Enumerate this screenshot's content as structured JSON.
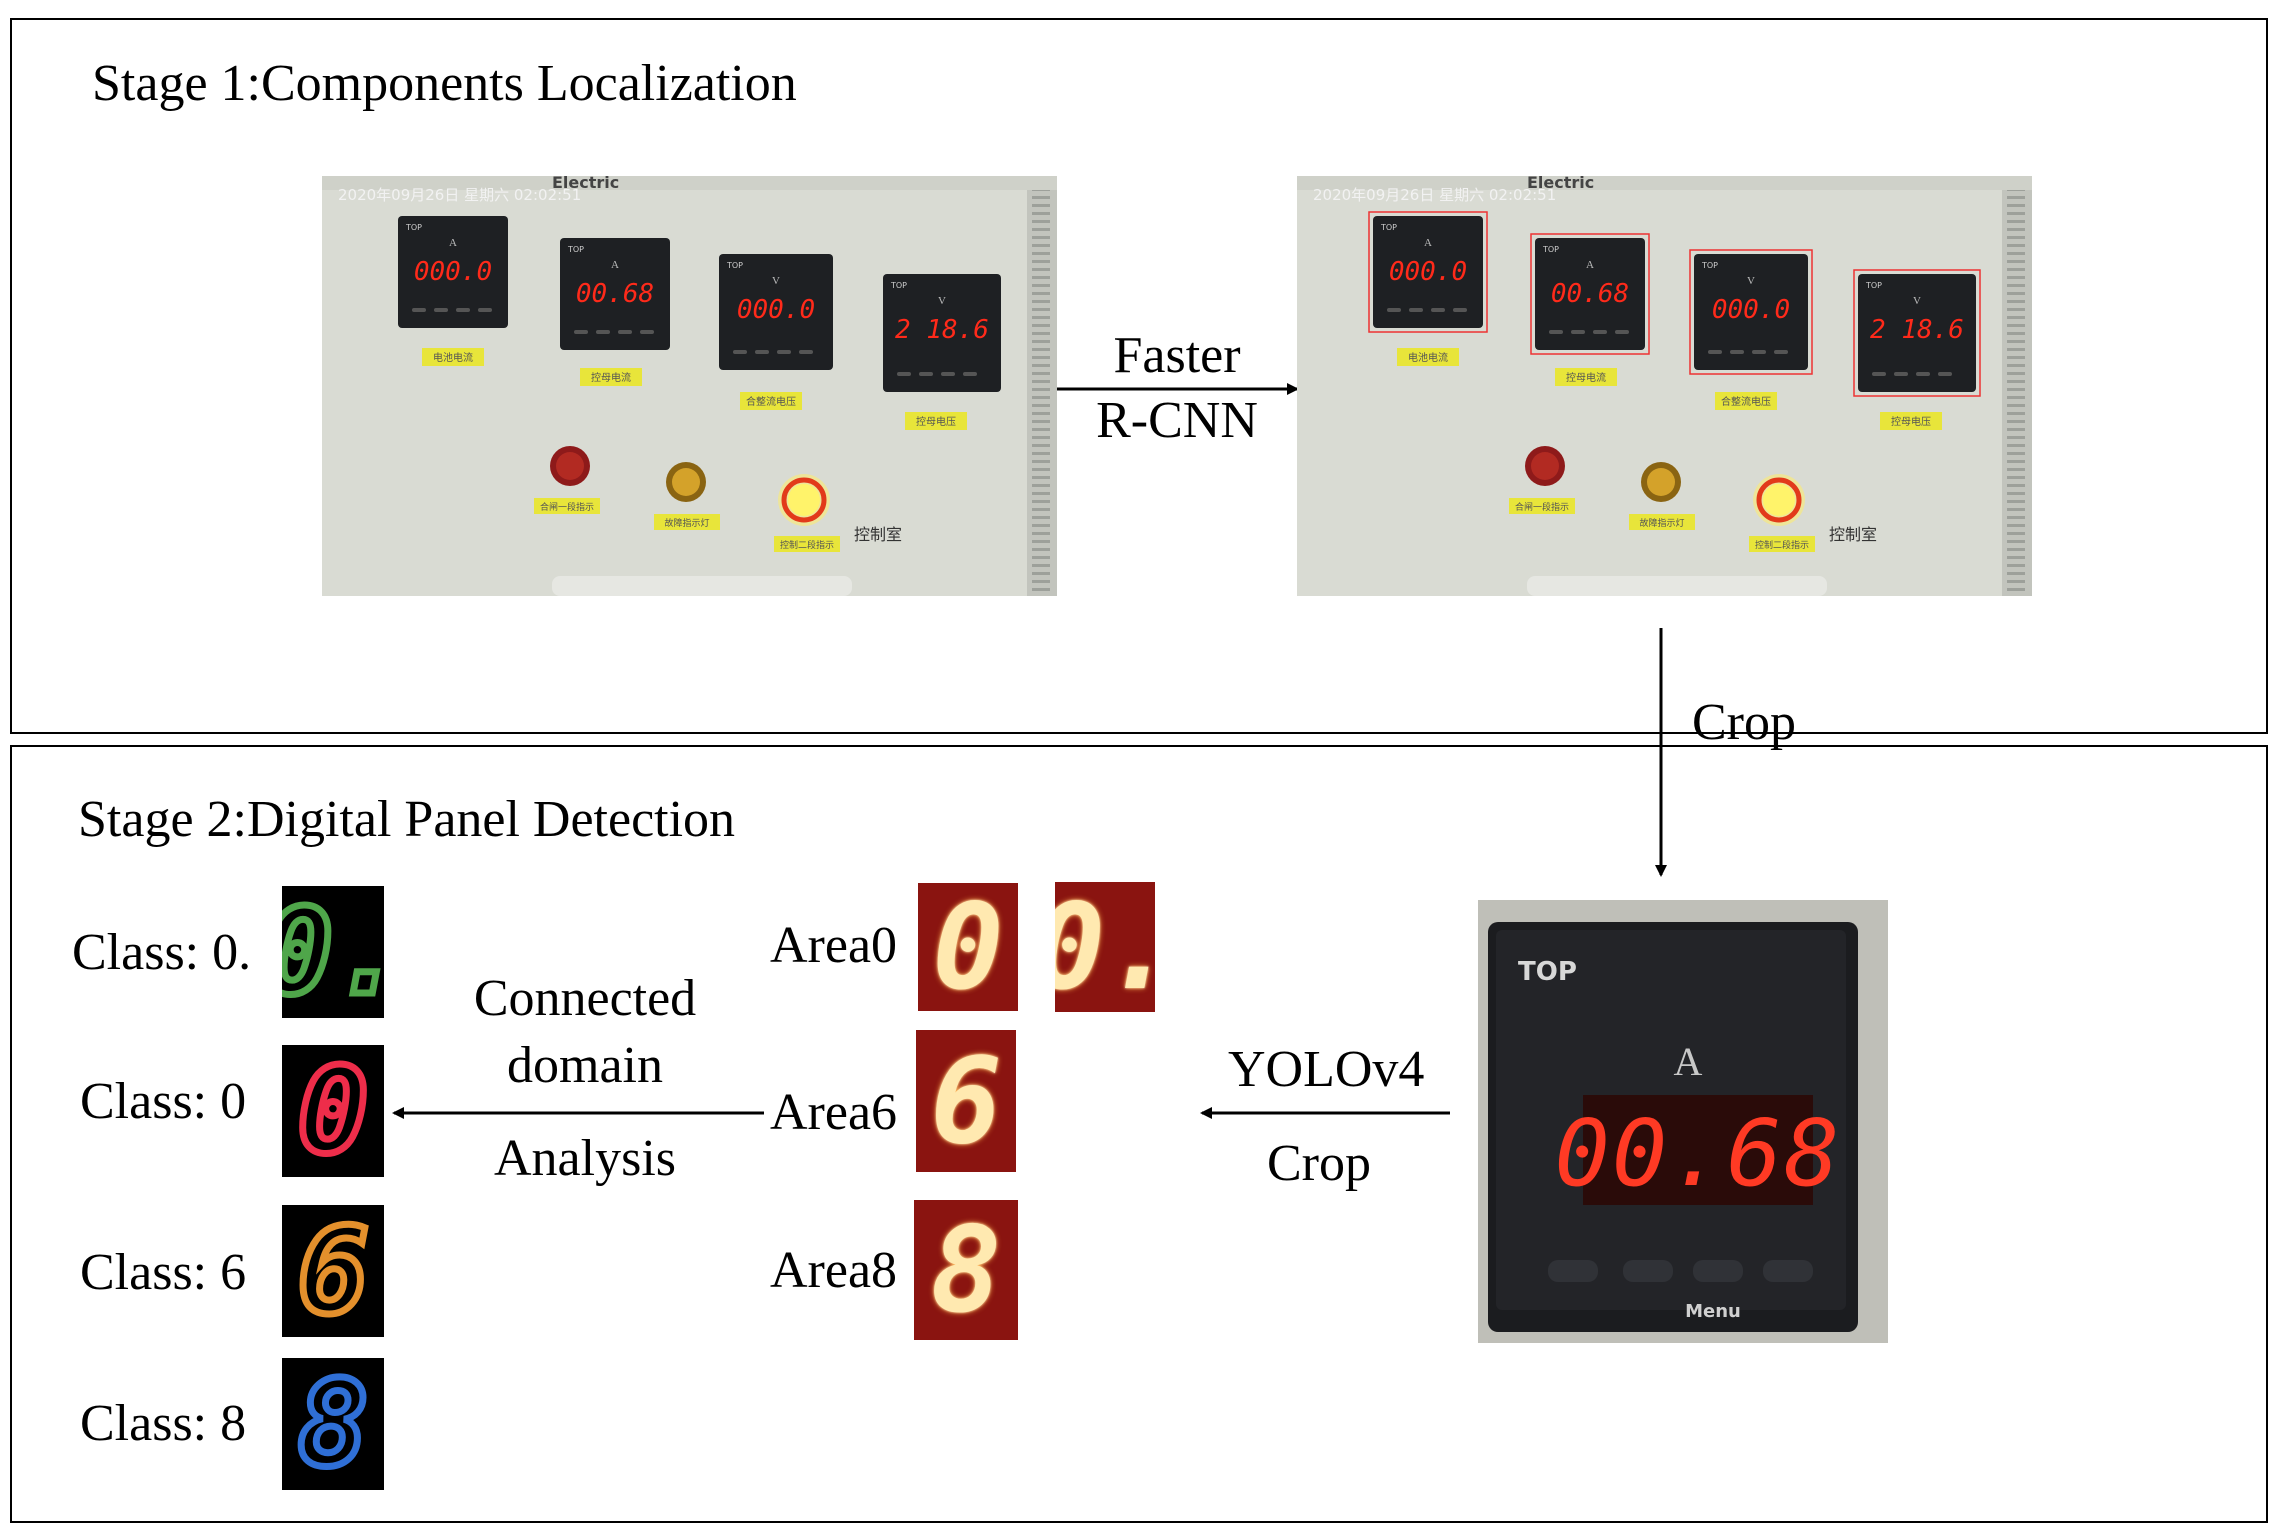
{
  "stage1": {
    "title": "Stage 1:Components Localization",
    "photo": {
      "timestamp": "2020年09月26日  星期六  02:02:51",
      "brand": "Electric",
      "meters": [
        {
          "unit": "A",
          "reading": "000.0",
          "label": "电池电流"
        },
        {
          "unit": "A",
          "reading": "00.68",
          "label": "控母电流"
        },
        {
          "unit": "V",
          "reading": "000.0",
          "label": "合整流电压"
        },
        {
          "unit": "V",
          "reading": "2 18.6",
          "label": "控母电压"
        }
      ],
      "meter_brand": "TOP",
      "lamp_labels": [
        "合闸一段指示",
        "故障指示灯",
        "控制二段指示"
      ],
      "room_label": "控制室",
      "colors": {
        "panel": "#d9dbd3",
        "meter": "#1e2023",
        "led": "#ff2a1a",
        "plate": "#e8e53a"
      }
    },
    "arrow_label_1": "Faster",
    "arrow_label_2": "R-CNN",
    "crop_label": "Crop"
  },
  "stage2": {
    "title": "Stage 2:Digital Panel Detection",
    "crop_meter": {
      "brand": "TOP",
      "unit": "A",
      "reading": "00.68",
      "button_label": "Menu"
    },
    "yolo_label_1": "YOLOv4",
    "yolo_label_2": "Crop",
    "areas": [
      {
        "label": "Area0",
        "digit": "0"
      },
      {
        "label": "Area6",
        "digit": "6"
      },
      {
        "label": "Area8",
        "digit": "8"
      }
    ],
    "area0_extra_digit": "0.",
    "cda_label_1": "Connected",
    "cda_label_2": "domain",
    "cda_label_3": "Analysis",
    "classes": [
      {
        "label": "Class: 0.",
        "digit": "0.",
        "color": "#4fa64a"
      },
      {
        "label": "Class: 0",
        "digit": "0",
        "color": "#ee2d4a"
      },
      {
        "label": "Class: 6",
        "digit": "6",
        "color": "#e4902c"
      },
      {
        "label": "Class: 8",
        "digit": "8",
        "color": "#2f6fd6"
      }
    ]
  }
}
